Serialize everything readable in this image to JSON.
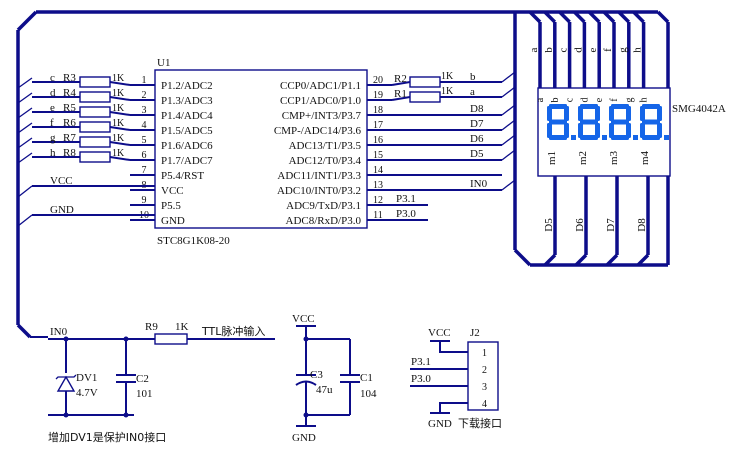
{
  "mcu": {
    "ref": "U1",
    "part": "STC8G1K08-20",
    "left_pins": [
      {
        "num": "1",
        "name": "P1.2/ADC2"
      },
      {
        "num": "2",
        "name": "P1.3/ADC3"
      },
      {
        "num": "3",
        "name": "P1.4/ADC4"
      },
      {
        "num": "4",
        "name": "P1.5/ADC5"
      },
      {
        "num": "5",
        "name": "P1.6/ADC6"
      },
      {
        "num": "6",
        "name": "P1.7/ADC7"
      },
      {
        "num": "7",
        "name": "P5.4/RST"
      },
      {
        "num": "8",
        "name": "VCC"
      },
      {
        "num": "9",
        "name": "P5.5"
      },
      {
        "num": "10",
        "name": "GND"
      }
    ],
    "right_pins": [
      {
        "num": "20",
        "name": "CCP0/ADC1/P1.1"
      },
      {
        "num": "19",
        "name": "CCP1/ADC0/P1.0"
      },
      {
        "num": "18",
        "name": "CMP+/INT3/P3.7"
      },
      {
        "num": "17",
        "name": "CMP-/ADC14/P3.6"
      },
      {
        "num": "16",
        "name": "ADC13/T1/P3.5"
      },
      {
        "num": "15",
        "name": "ADC12/T0/P3.4"
      },
      {
        "num": "14",
        "name": "ADC11/INT1/P3.3"
      },
      {
        "num": "13",
        "name": "ADC10/INT0/P3.2"
      },
      {
        "num": "12",
        "name": "ADC9/TxD/P3.1"
      },
      {
        "num": "11",
        "name": "ADC8/RxD/P3.0"
      }
    ]
  },
  "left_resistors": [
    {
      "seg": "c",
      "ref": "R3",
      "value": "1K"
    },
    {
      "seg": "d",
      "ref": "R4",
      "value": "1K"
    },
    {
      "seg": "e",
      "ref": "R5",
      "value": "1K"
    },
    {
      "seg": "f",
      "ref": "R6",
      "value": "1K"
    },
    {
      "seg": "g",
      "ref": "R7",
      "value": "1K"
    },
    {
      "seg": "h",
      "ref": "R8",
      "value": "1K"
    }
  ],
  "left_nets": {
    "vcc": "VCC",
    "gnd": "GND"
  },
  "right_resistors": [
    {
      "ref": "R2",
      "value": "1K",
      "net": "b"
    },
    {
      "ref": "R1",
      "value": "1K",
      "net": "a"
    }
  ],
  "right_nets": [
    "D8",
    "D7",
    "D6",
    "D5",
    "",
    "IN0",
    "P3.1",
    "P3.0"
  ],
  "display": {
    "part": "SMG4042A",
    "seg_pins": [
      "a",
      "b",
      "c",
      "d",
      "e",
      "f",
      "g",
      "h"
    ],
    "top_labels": [
      "a",
      "b",
      "c",
      "d",
      "e",
      "f",
      "g",
      "h"
    ],
    "digit_pins": [
      "m1",
      "m2",
      "m3",
      "m4"
    ],
    "digit_nets": [
      "D5",
      "D6",
      "D7",
      "D8"
    ],
    "digit_color": "#1565e8"
  },
  "input_circuit": {
    "net_in": "IN0",
    "r9_ref": "R9",
    "r9_value": "1K",
    "input_label": "TTL脉冲输入",
    "dv1_ref": "DV1",
    "dv1_value": "4.7V",
    "c2_ref": "C2",
    "c2_value": "101",
    "note": "增加DV1是保护IN0接口"
  },
  "power_caps": {
    "vcc": "VCC",
    "gnd": "GND",
    "c3_ref": "C3",
    "c3_value": "47u",
    "c1_ref": "C1",
    "c1_value": "104"
  },
  "connector": {
    "ref": "J2",
    "vcc": "VCC",
    "gnd": "GND",
    "p31": "P3.1",
    "p30": "P3.0",
    "pins": [
      "1",
      "2",
      "3",
      "4"
    ],
    "label": "下载接口"
  },
  "colors": {
    "wire": "#0d0d8a",
    "segments": "#1565e8"
  }
}
